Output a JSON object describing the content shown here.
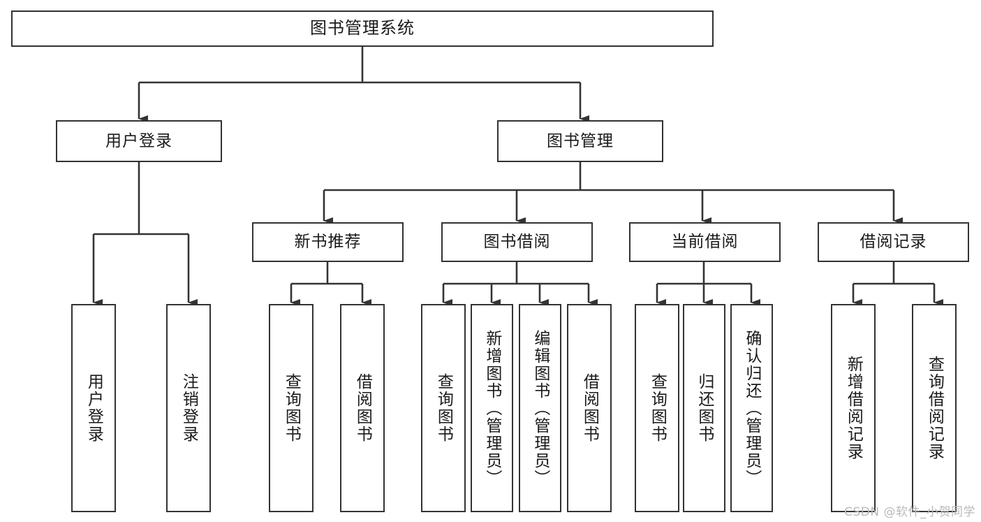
{
  "diagram": {
    "type": "tree",
    "title": "图书管理系统",
    "orientation": "top-down",
    "colors": {
      "background": "#ffffff",
      "node_border": "#333333",
      "node_fill": "#ffffff",
      "edge": "#333333",
      "text": "#1a1a1a",
      "watermark": "#b9b9b9"
    },
    "root": {
      "label": "图书管理系统"
    },
    "level1": [
      {
        "label": "用户登录"
      },
      {
        "label": "图书管理"
      }
    ],
    "level2": [
      {
        "label": "新书推荐"
      },
      {
        "label": "图书借阅"
      },
      {
        "label": "当前借阅"
      },
      {
        "label": "借阅记录"
      }
    ],
    "leaves": {
      "user_login": [
        {
          "label": "用户登录"
        },
        {
          "label": "注销登录"
        }
      ],
      "new_book_recommend": [
        {
          "label": "查询图书"
        },
        {
          "label": "借阅图书"
        }
      ],
      "book_borrow": [
        {
          "label": "查询图书"
        },
        {
          "label": "新增图书（管理员）"
        },
        {
          "label": "编辑图书（管理员）"
        },
        {
          "label": "借阅图书"
        }
      ],
      "current_borrow": [
        {
          "label": "查询图书"
        },
        {
          "label": "归还图书"
        },
        {
          "label": "确认归还（管理员）"
        }
      ],
      "borrow_record": [
        {
          "label": "新增借阅记录"
        },
        {
          "label": "查询借阅记录"
        }
      ]
    }
  },
  "watermark": {
    "text": "CSDN @软件_小贺同学"
  }
}
